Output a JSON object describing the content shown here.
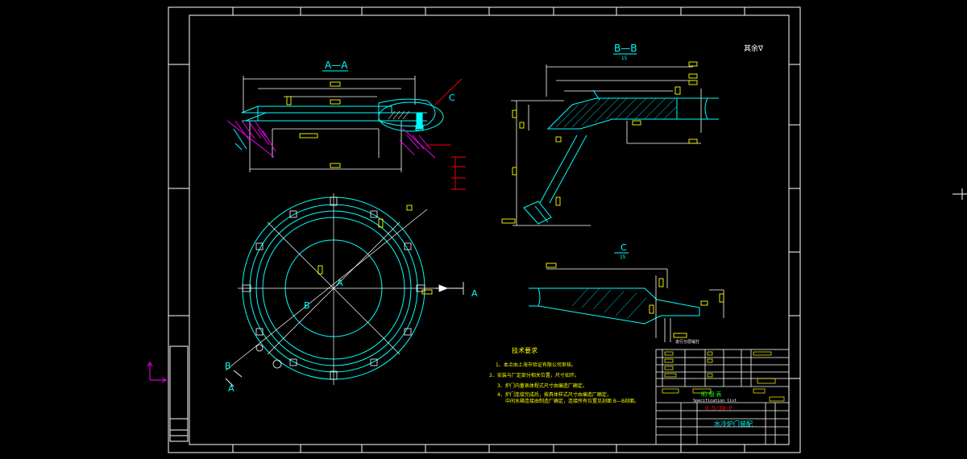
{
  "drawing": {
    "sections": {
      "aa": "A—A",
      "bb": "B—B",
      "bb_scale": "15",
      "cc": "C",
      "cc_scale": "15"
    },
    "labels": {
      "c_callout": "C",
      "a_upper": "A",
      "a_lower": "A",
      "b_upper": "B",
      "b_lower": "B",
      "center": "A"
    },
    "surface_note": "其余∇",
    "c_note": "进行分层锻打",
    "tech_requirements": {
      "title": "技术要求",
      "items": [
        "1、本点由上海市验证有限公司审核。",
        "2、安装与厂定部分相关位置，尺寸如开。",
        "3、炉门内量表体程式尺寸由编造厂确定。",
        "4、炉门连接完成后，按具体样式尺寸由编造厂确定，",
        "中间水箱连接由制造厂确定，连接所有位置见剖面 B—B剖面。"
      ]
    },
    "title_block": {
      "sheet_name": "明 细 表",
      "sheet_sub": "Specification list",
      "part_name": "水冷炉门装配",
      "code": "0.5/30-P"
    },
    "colors": {
      "frame": "#ffffff",
      "geometry": "#00ffff",
      "dimension": "#ffffff",
      "annotation": "#ffff00",
      "cutting": "#ff00ff",
      "section_mark": "#ff0000",
      "title_green": "#00ff00"
    }
  }
}
